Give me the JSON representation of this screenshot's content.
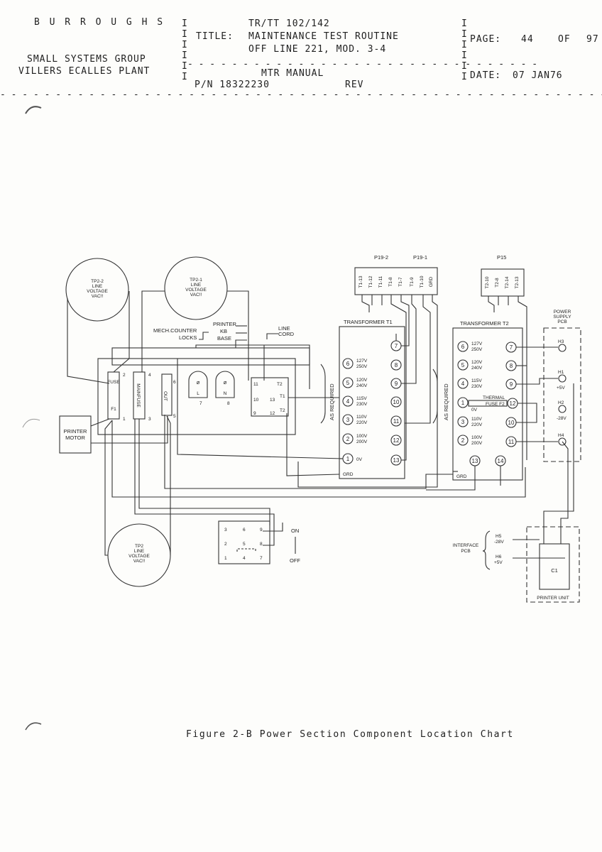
{
  "header": {
    "company": "B U R R O U G H S",
    "group": "SMALL SYSTEMS GROUP",
    "plant": "VILLERS ECALLES PLANT",
    "doc_code": "TR/TT   102/142",
    "title_label": "TITLE:",
    "title_line1": "MAINTENANCE TEST ROUTINE",
    "title_line2": "OFF LINE 221, MOD. 3-4",
    "manual": "MTR MANUAL",
    "part_number": "P/N 18322230",
    "rev_label": "REV",
    "page_label": "PAGE:",
    "page_number": "44",
    "page_of": "OF",
    "page_total": "97",
    "date_label": "DATE:",
    "date_value": "07 JAN76"
  },
  "diagram": {
    "tp22": [
      "TP2-2",
      "LINE",
      "VOLTAGE",
      "VAC!!"
    ],
    "tp21": [
      "TP2-1",
      "LINE",
      "VOLTAGE",
      "VAC!!"
    ],
    "tp2": [
      "TP2",
      "LINE",
      "VOLTAGE",
      "VAC!!"
    ],
    "printer_motor": [
      "PRINTER",
      "MOTOR"
    ],
    "fuse_f1": "FUSE",
    "fuse_f1_id": "F1",
    "main_fuse": "MAINFUSE",
    "out_label": "OUT",
    "switch_nums": [
      "3",
      "6",
      "9",
      "2",
      "5",
      "8",
      "1",
      "4",
      "7"
    ],
    "on": "ON",
    "off": "OFF",
    "mech_counter": "MECH.COUNTER",
    "locks": "LOCKS",
    "printer": "PRINTER",
    "kb": "KB",
    "base": "BASE",
    "line_cord": [
      "LINE",
      "CORD"
    ],
    "as_required": "AS REQUIRED",
    "p19_2": "P19-2",
    "p19_1": "P19-1",
    "p15": "P15",
    "p19_pins": [
      "T1-13",
      "T1-12",
      "T1-11",
      "T1-8",
      "T1-7",
      "T1-9",
      "T1-10",
      "GRD"
    ],
    "p15_pins": [
      "T2-10",
      "T2-8",
      "T2-14",
      "T2-13"
    ],
    "transformer_t1": "TRANSFORMER T1",
    "transformer_t2": "TRANSFORMER T2",
    "t1_left_taps": [
      {
        "n": "6",
        "v1": "127V",
        "v2": "250V"
      },
      {
        "n": "5",
        "v1": "120V",
        "v2": "240V"
      },
      {
        "n": "4",
        "v1": "115V",
        "v2": "230V"
      },
      {
        "n": "3",
        "v1": "110V",
        "v2": "220V"
      },
      {
        "n": "2",
        "v1": "100V",
        "v2": "200V"
      },
      {
        "n": "1",
        "v1": "0V",
        "v2": ""
      }
    ],
    "t1_right_taps": [
      "7",
      "8",
      "9",
      "10",
      "11",
      "12",
      "13"
    ],
    "t2_left_taps": [
      {
        "n": "6",
        "v1": "127V",
        "v2": "250V"
      },
      {
        "n": "5",
        "v1": "120V",
        "v2": "240V"
      },
      {
        "n": "4",
        "v1": "115V",
        "v2": "230V"
      },
      {
        "n": "1",
        "v1": "0V",
        "v2": ""
      },
      {
        "n": "3",
        "v1": "110V",
        "v2": "220V"
      },
      {
        "n": "2",
        "v1": "100V",
        "v2": "200V"
      }
    ],
    "t2_right_taps": [
      "7",
      "8",
      "9",
      "12",
      "10",
      "11"
    ],
    "t2_bottom_taps": [
      "13",
      "14"
    ],
    "thermal_fuse": [
      "THERMAL",
      "FUSE F2"
    ],
    "grd": "GRD",
    "power_supply": [
      "POWER",
      "SUPPLY",
      "PCB"
    ],
    "h_points": [
      {
        "id": "H3",
        "v": ""
      },
      {
        "id": "H1",
        "v": "+5V"
      },
      {
        "id": "H2",
        "v": "-28V"
      },
      {
        "id": "H4",
        "v": ""
      }
    ],
    "interface_pcb": [
      "INTERFACE",
      "PCB"
    ],
    "h5": [
      "H5",
      "-28V"
    ],
    "h6": [
      "H6",
      "+5V"
    ],
    "c1": "C1",
    "printer_unit": "PRINTER UNIT"
  },
  "caption": "Figure 2-B  Power Section Component Location Chart"
}
